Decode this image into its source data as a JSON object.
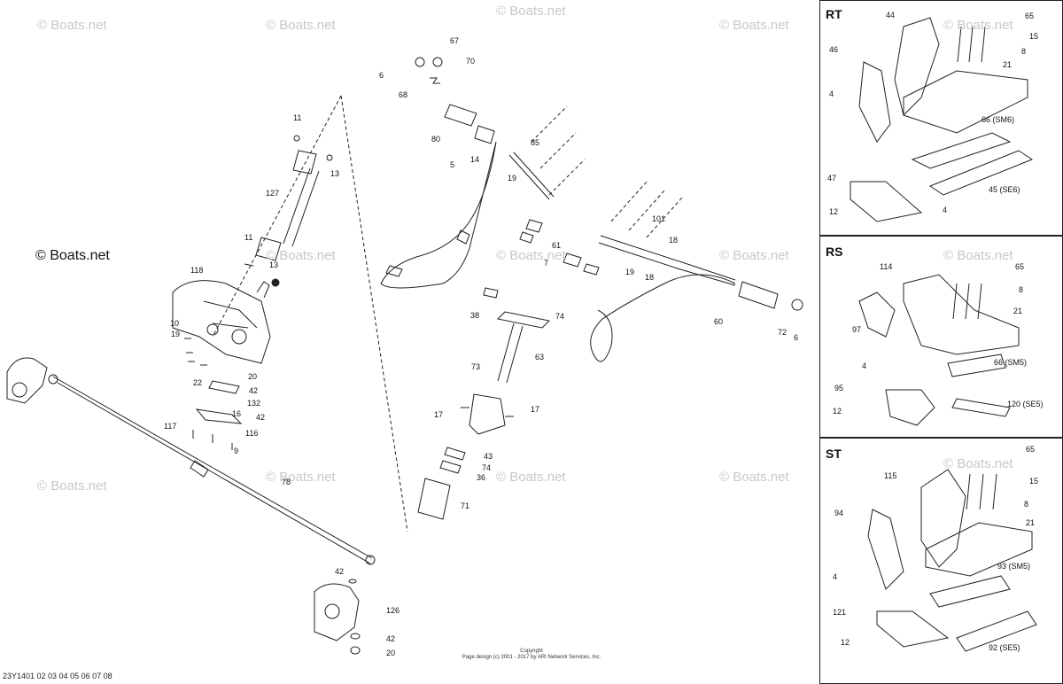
{
  "watermarks": {
    "text": "© Boats.net",
    "main": "© Boats.net"
  },
  "panels": {
    "rt": {
      "title": "RT",
      "labels": [
        "44",
        "65",
        "15",
        "8",
        "46",
        "21",
        "4",
        "66 (SM6)",
        "47",
        "45 (SE6)",
        "12",
        "4"
      ]
    },
    "rs": {
      "title": "RS",
      "labels": [
        "114",
        "65",
        "8",
        "21",
        "97",
        "4",
        "66 (SM5)",
        "95",
        "120 (SE5)",
        "12"
      ]
    },
    "st": {
      "title": "ST",
      "labels": [
        "115",
        "65",
        "15",
        "8",
        "94",
        "21",
        "4",
        "93 (SM5)",
        "121",
        "12",
        "92 (SE5)"
      ]
    }
  },
  "callouts": {
    "left": [
      "11",
      "13",
      "127",
      "11",
      "13",
      "118",
      "10",
      "19",
      "20",
      "42",
      "22",
      "132",
      "16",
      "42",
      "117",
      "116",
      "9",
      "78",
      "42",
      "126",
      "42",
      "20"
    ],
    "center": [
      "6",
      "67",
      "70",
      "68",
      "80",
      "5",
      "14",
      "85",
      "19",
      "101",
      "18",
      "61",
      "7",
      "19",
      "18",
      "60",
      "72",
      "6",
      "38",
      "74",
      "63",
      "73",
      "17",
      "17",
      "43",
      "74",
      "36",
      "71"
    ]
  },
  "footer": {
    "copyright_line1": "Copyright",
    "copyright_line2": "Page design (c) 2001 - 2017 by ARI Network Services, Inc.",
    "diagram_code": "23Y1401 02 03 04 05 06 07 08"
  }
}
